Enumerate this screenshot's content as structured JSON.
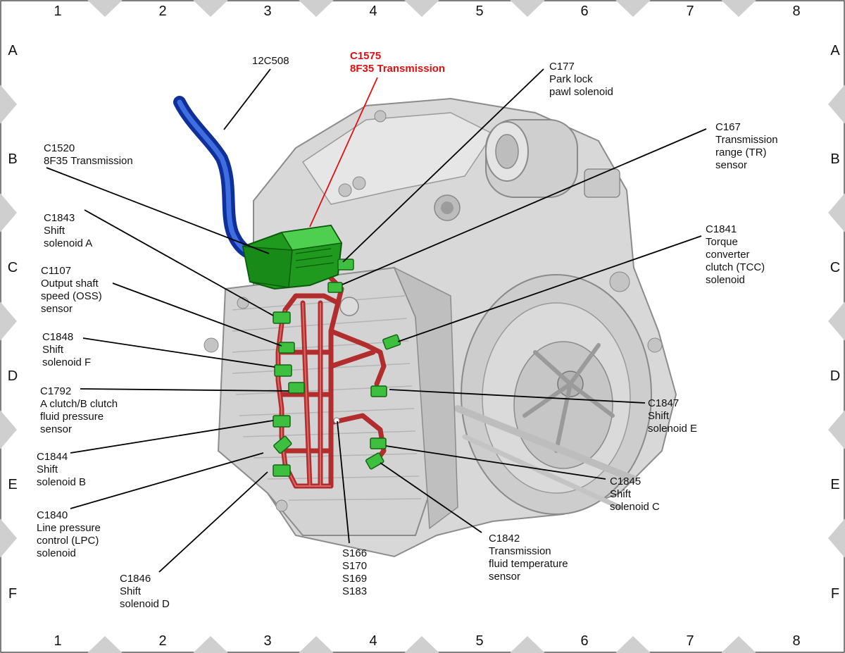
{
  "grid": {
    "columns": [
      "1",
      "2",
      "3",
      "4",
      "5",
      "6",
      "7",
      "8"
    ],
    "rows": [
      "A",
      "B",
      "C",
      "D",
      "E",
      "F"
    ]
  },
  "callouts": [
    {
      "id": "12c508",
      "lines": [
        "12C508"
      ],
      "highlight": false
    },
    {
      "id": "c1575",
      "lines": [
        "C1575",
        "8F35 Transmission"
      ],
      "highlight": true
    },
    {
      "id": "c177",
      "lines": [
        "C177",
        "Park lock",
        "pawl solenoid"
      ],
      "highlight": false
    },
    {
      "id": "c167",
      "lines": [
        "C167",
        "Transmission",
        "range (TR)",
        "sensor"
      ],
      "highlight": false
    },
    {
      "id": "c1520",
      "lines": [
        "C1520",
        "8F35 Transmission"
      ],
      "highlight": false
    },
    {
      "id": "c1843",
      "lines": [
        "C1843",
        "Shift",
        "solenoid A"
      ],
      "highlight": false
    },
    {
      "id": "c1841",
      "lines": [
        "C1841",
        "Torque",
        "converter",
        "clutch (TCC)",
        "solenoid"
      ],
      "highlight": false
    },
    {
      "id": "c1107",
      "lines": [
        "C1107",
        "Output shaft",
        "speed (OSS)",
        "sensor"
      ],
      "highlight": false
    },
    {
      "id": "c1848",
      "lines": [
        "C1848",
        "Shift",
        "solenoid F"
      ],
      "highlight": false
    },
    {
      "id": "c1792",
      "lines": [
        "C1792",
        "A clutch/B clutch",
        "fluid pressure",
        "sensor"
      ],
      "highlight": false
    },
    {
      "id": "c1847",
      "lines": [
        "C1847",
        "Shift",
        "solenoid E"
      ],
      "highlight": false
    },
    {
      "id": "c1844",
      "lines": [
        "C1844",
        "Shift",
        "solenoid B"
      ],
      "highlight": false
    },
    {
      "id": "c1845",
      "lines": [
        "C1845",
        "Shift",
        "solenoid C"
      ],
      "highlight": false
    },
    {
      "id": "c1840",
      "lines": [
        "C1840",
        "Line pressure",
        "control (LPC)",
        "solenoid"
      ],
      "highlight": false
    },
    {
      "id": "c1842",
      "lines": [
        "C1842",
        "Transmission",
        "fluid temperature",
        "sensor"
      ],
      "highlight": false
    },
    {
      "id": "splices",
      "lines": [
        "S166",
        "S170",
        "S169",
        "S183"
      ],
      "highlight": false
    },
    {
      "id": "c1846",
      "lines": [
        "C1846",
        "Shift",
        "solenoid D"
      ],
      "highlight": false
    }
  ],
  "colors": {
    "housing": "#d8d8d8",
    "housing_shadow": "#a9a9a9",
    "harness": "#b02020",
    "connector": "#3fbf3f",
    "main_connector": "#1f9a1f",
    "cable": "#1a3fb8",
    "highlight_text": "#e01010"
  }
}
